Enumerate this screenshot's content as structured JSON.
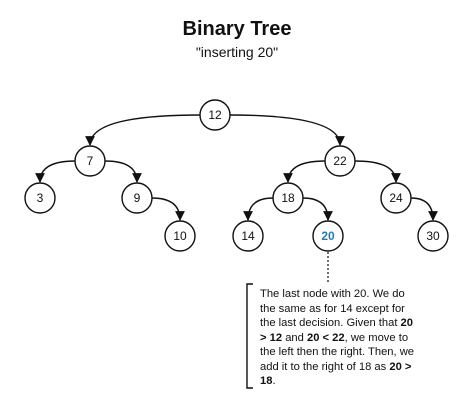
{
  "title": "Binary Tree",
  "subtitle": "\"inserting 20\"",
  "nodes": [
    {
      "id": "n12",
      "label": "12",
      "highlight": false
    },
    {
      "id": "n7",
      "label": "7",
      "highlight": false
    },
    {
      "id": "n22",
      "label": "22",
      "highlight": false
    },
    {
      "id": "n3",
      "label": "3",
      "highlight": false
    },
    {
      "id": "n9",
      "label": "9",
      "highlight": false
    },
    {
      "id": "n18",
      "label": "18",
      "highlight": false
    },
    {
      "id": "n24",
      "label": "24",
      "highlight": false
    },
    {
      "id": "n10",
      "label": "10",
      "highlight": false
    },
    {
      "id": "n14",
      "label": "14",
      "highlight": false
    },
    {
      "id": "n20",
      "label": "20",
      "highlight": true
    },
    {
      "id": "n30",
      "label": "30",
      "highlight": false
    }
  ],
  "edges": [
    {
      "from": "n12",
      "to": "n7"
    },
    {
      "from": "n12",
      "to": "n22"
    },
    {
      "from": "n7",
      "to": "n3"
    },
    {
      "from": "n7",
      "to": "n9"
    },
    {
      "from": "n9",
      "to": "n10"
    },
    {
      "from": "n22",
      "to": "n18"
    },
    {
      "from": "n22",
      "to": "n24"
    },
    {
      "from": "n18",
      "to": "n14"
    },
    {
      "from": "n18",
      "to": "n20"
    },
    {
      "from": "n24",
      "to": "n30"
    }
  ],
  "note": {
    "p1": "The last node with 20. We do the same as for 14 except for the last decision. Given that ",
    "b1": "20 > 12",
    "p2": " and ",
    "b2": "20 < 22",
    "p3": ", we move to the left then the right. Then, we add it to the right of 18 as ",
    "b3": "20 > 18",
    "p4": "."
  },
  "colors": {
    "stroke": "#111111",
    "highlight": "#1f7fb0"
  }
}
